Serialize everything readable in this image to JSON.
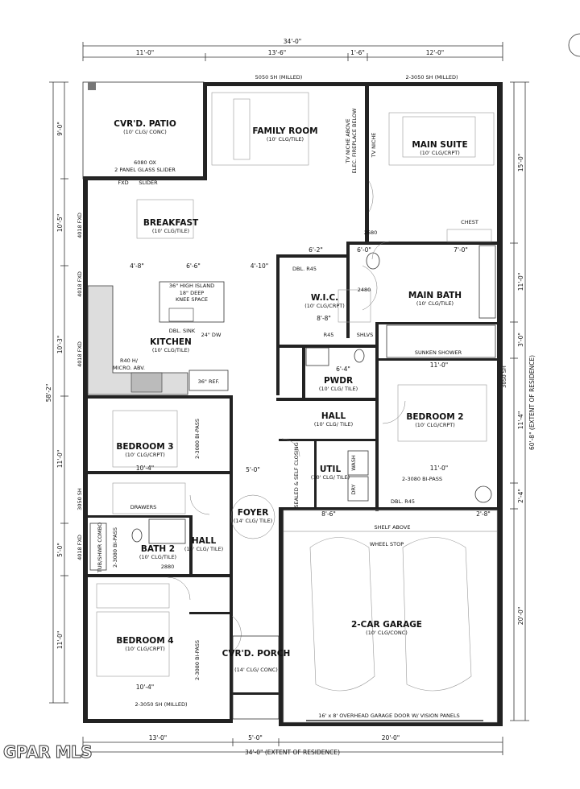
{
  "rooms": {
    "patio": {
      "name": "CVR'D. PATIO",
      "sub": "(10' CLG/ CONC)"
    },
    "family": {
      "name": "FAMILY ROOM",
      "sub": "(10' CLG/TILE)"
    },
    "suite": {
      "name": "MAIN SUITE",
      "sub": "(10' CLG/CRPT)"
    },
    "breakfast": {
      "name": "BREAKFAST",
      "sub": "(10' CLG/TILE)"
    },
    "kitchen": {
      "name": "KITCHEN",
      "sub": "(10' CLG/TILE)"
    },
    "wic": {
      "name": "W.I.C.",
      "sub": "(10' CLG/CRPT)"
    },
    "mainbath": {
      "name": "MAIN BATH",
      "sub": "(10' CLG/TILE)"
    },
    "pwdr": {
      "name": "PWDR",
      "sub": "(10' CLG/ TILE)"
    },
    "hall": {
      "name": "HALL",
      "sub": "(10' CLG/ TILE)"
    },
    "bed2": {
      "name": "BEDROOM 2",
      "sub": "(10' CLG/CRPT)"
    },
    "bed3": {
      "name": "BEDROOM 3",
      "sub": "(10' CLG/CRPT)"
    },
    "util": {
      "name": "UTIL",
      "sub": "(10' CLG/ TILE)"
    },
    "foyer": {
      "name": "FOYER",
      "sub": "(14' CLG/ TILE)"
    },
    "bath2": {
      "name": "BATH 2",
      "sub": "(10' CLG/TILE)"
    },
    "hall2": {
      "name": "HALL",
      "sub": "(10' CLG/ TILE)"
    },
    "garage": {
      "name": "2-CAR GARAGE",
      "sub": "(10' CLG/CONC)"
    },
    "bed4": {
      "name": "BEDROOM 4",
      "sub": "(10' CLG/CRPT)"
    },
    "porch": {
      "name": "CVR'D. PORCH",
      "sub": "(14' CLG/ CONC)"
    }
  },
  "notes": {
    "slider": "6080 OX",
    "slider2": "2 PANEL GLASS SLIDER",
    "fxd": "FXD",
    "slider_lbl": "SLIDER",
    "island": "36\" HIGH ISLAND",
    "knee1": "18\" DEEP",
    "knee2": "KNEE SPACE",
    "sink": "DBL. SINK",
    "dw": "24\" DW",
    "micro1": "R40 H/",
    "micro2": "MICRO. ABV.",
    "ref": "36\" REF.",
    "tvniche": "TV NICHE ABOVE",
    "fireplace": "ELEC. FIREPLACE BELOW",
    "tvniche2": "TV NICHE",
    "chest": "CHEST",
    "sunken": "SUNKEN SHOWER",
    "shelf": "SHELF ABOVE",
    "wheel": "WHEEL STOP",
    "gdoor": "16' x 8' OVERHEAD GARAGE DOOR W/ VISION PANELS",
    "bipass1": "2-3080 BI-PASS",
    "bipass2": "2-3080 BI-PASS",
    "bipass3": "2-3080 BI-PASS",
    "bipass4": "2-3080 BI-PASS",
    "dblr45a": "DBL. R45",
    "dblr45b": "DBL. R45",
    "r45": "R45",
    "shlvs": "SHLVS",
    "drawers": "DRAWERS",
    "wash": "WASH",
    "dry": "DRY",
    "sealed": "SEALED & SELF CLOSING",
    "tub": "TUB/SHWR COMBO",
    "w_top1": "5050 SH (MILLED)",
    "w_top2": "2-3050 SH (MILLED)",
    "w_bot": "2-3050 SH (MILLED)",
    "w_4018a": "4018 FXD",
    "w_4018b": "4018 FXD",
    "w_4018c": "4018 FXD",
    "w_4018d": "4018 FXD",
    "w_3050a": "3050 SH",
    "w_3050b": "3050 SH",
    "door2680": "2680",
    "door2480": "2480",
    "door2880": "2880"
  },
  "dims": {
    "overall": "34'-0\"",
    "t1": "11'-0\"",
    "t2": "13'-6\"",
    "t3": "1'-6\"",
    "t4": "12'-0\"",
    "b1": "13'-0\"",
    "b2": "5'-0\"",
    "b3": "20'-0\"",
    "bottom_total": "34'-0\" (EXTENT OF RESIDENCE)",
    "l1": "9'-0\"",
    "l2": "10'-5\"",
    "l3": "10'-3\"",
    "l4": "11'-0\"",
    "l5": "5'-0\"",
    "l6": "11'-0\"",
    "left_total": "58'-2\"",
    "r1": "15'-0\"",
    "r2": "11'-0\"",
    "r3": "3'-0\"",
    "r4": "11'-4\"",
    "r5": "2'-4\"",
    "r6": "20'-0\"",
    "right_total": "60'-8\" (EXTENT OF RESIDENCE)",
    "k1": "4'-8\"",
    "k2": "6'-6\"",
    "k3": "4'-10\"",
    "w1": "8'-8\"",
    "w2": "6'-4\"",
    "w3": "11'-0\"",
    "w4": "8'-6\"",
    "w5": "11'-0\"",
    "w6": "2'-8\"",
    "b3w": "10'-4\"",
    "b4w": "10'-4\"",
    "foyer_w": "5'-0\"",
    "pwdr_w": "6'-2\"",
    "bath_w": "7'-0\"",
    "mb_w": "6'-0\""
  },
  "watermark": "GPAR MLS"
}
